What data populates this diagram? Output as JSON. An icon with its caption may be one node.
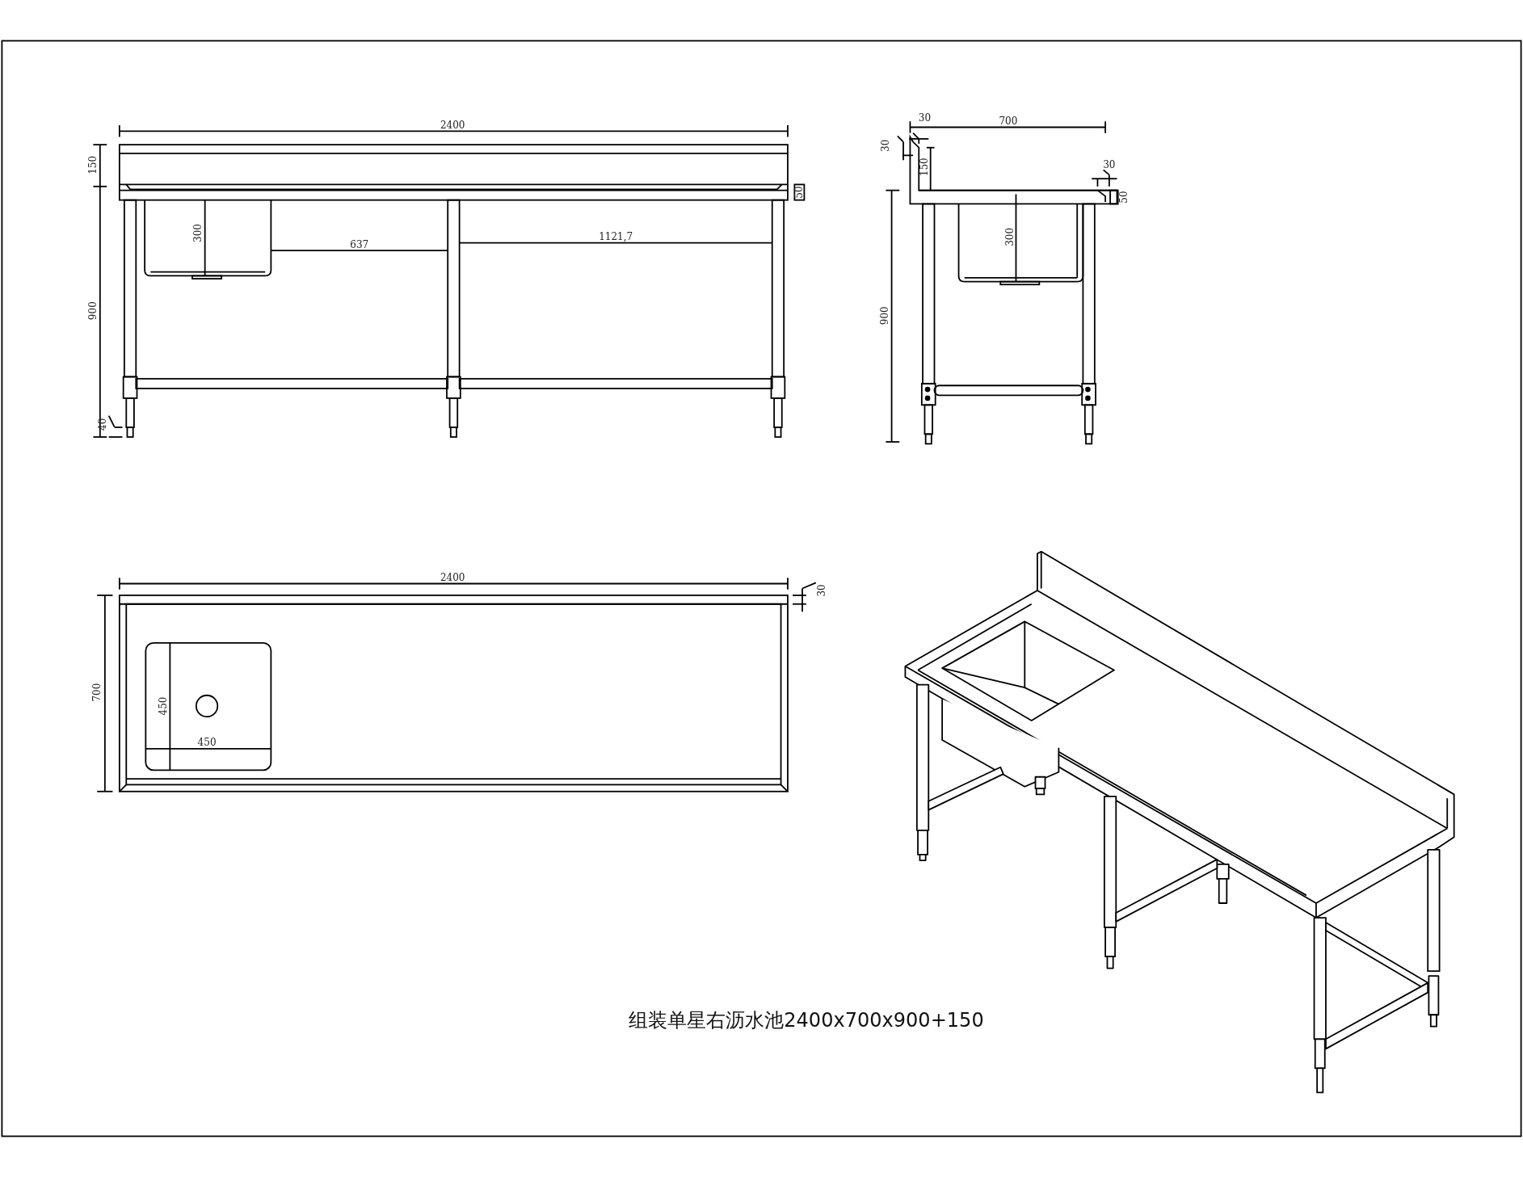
{
  "diagram": {
    "caption": "组装单星右沥水池2400x700x900+150",
    "labels": [
      "2400",
      "150",
      "50",
      "300",
      "637",
      "1121,7",
      "900",
      "40",
      "700",
      "30",
      "30",
      "150",
      "30",
      "50",
      "300",
      "900",
      "2400",
      "30",
      "700",
      "450",
      "450"
    ]
  }
}
